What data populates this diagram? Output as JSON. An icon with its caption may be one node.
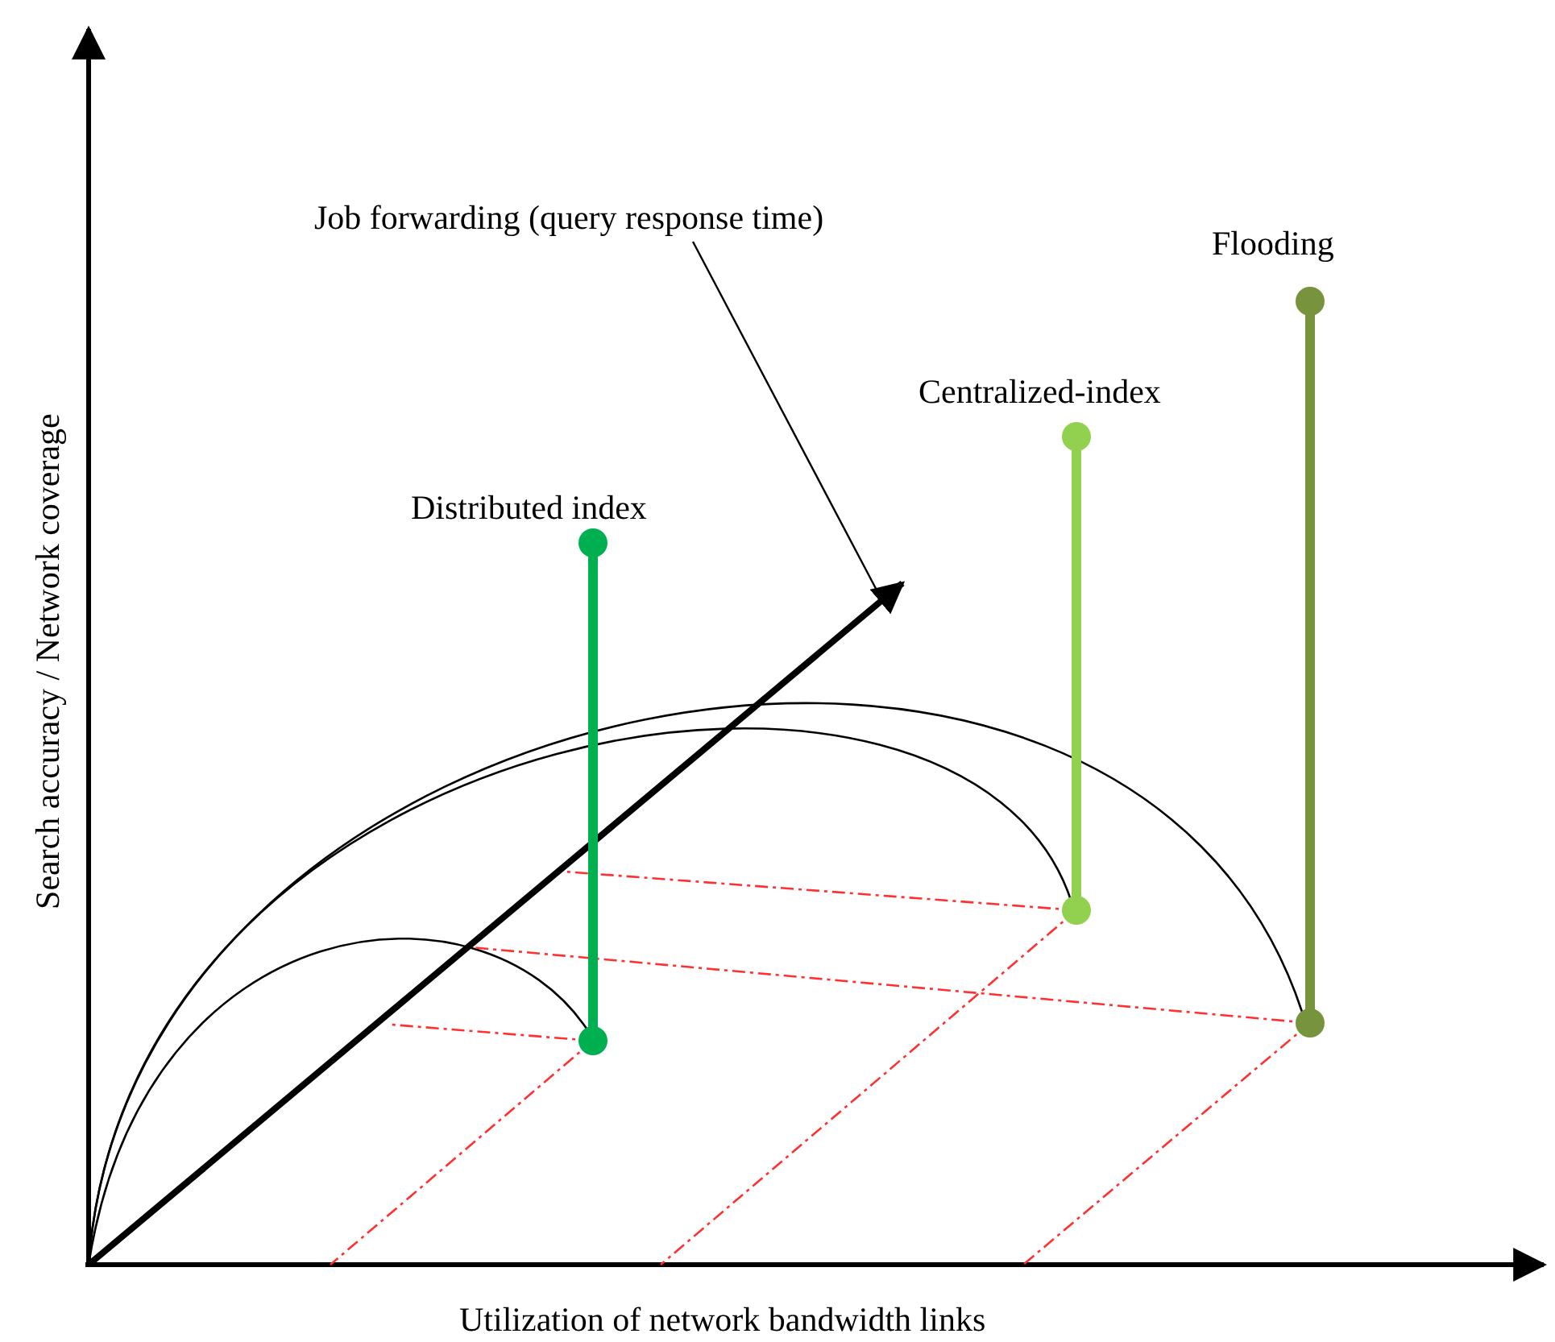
{
  "diagram": {
    "nodes": [
      {
        "text": [
          "Job forwarding (query response time)"
        ]
      },
      {
        "text": [],
        "shape": "arrow"
      }
    ],
    "edges": [
      {
        "from": 0,
        "to": 1,
        "arrow": "none"
      }
    ],
    "labels": [
      "Flooding",
      "Centralized-index",
      "Distributed index",
      "Search accuracy / Network coverage",
      "Utilization of network bandwidth links"
    ]
  }
}
